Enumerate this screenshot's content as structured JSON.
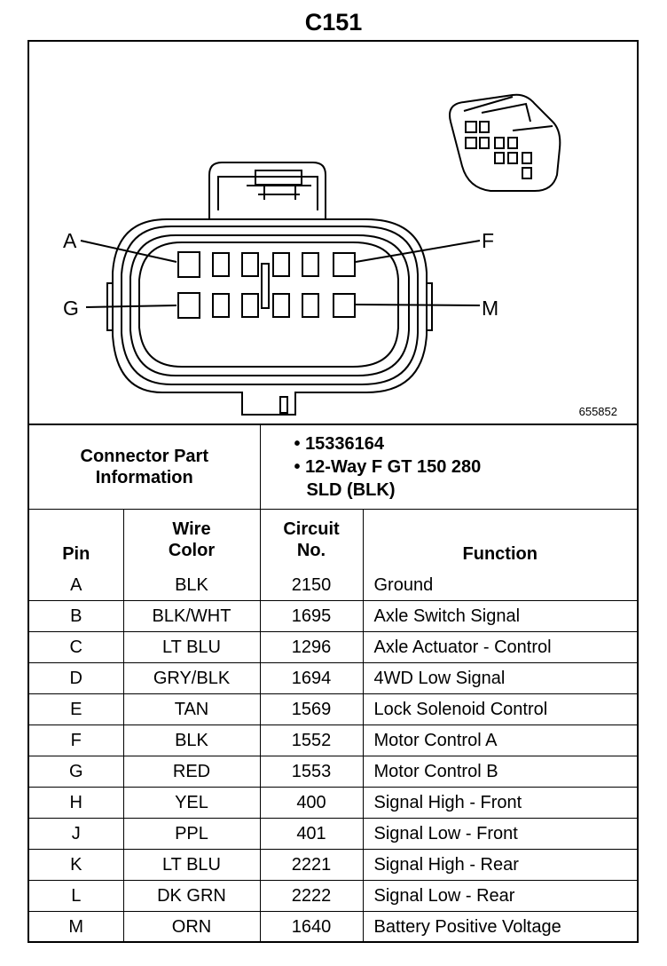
{
  "title": "C151",
  "figure_number": "655852",
  "pin_labels": [
    "A",
    "F",
    "G",
    "M"
  ],
  "connector_part_information": {
    "label_line1": "Connector Part",
    "label_line2": "Information",
    "items": [
      "15336164",
      "12-Way F GT 150 280",
      "SLD (BLK)"
    ]
  },
  "columns": {
    "pin": "Pin",
    "wire_color_1": "Wire",
    "wire_color_2": "Color",
    "circuit_1": "Circuit",
    "circuit_2": "No.",
    "function": "Function"
  },
  "rows": [
    {
      "pin": "A",
      "wire": "BLK",
      "circuit": "2150",
      "function": "Ground"
    },
    {
      "pin": "B",
      "wire": "BLK/WHT",
      "circuit": "1695",
      "function": "Axle Switch Signal"
    },
    {
      "pin": "C",
      "wire": "LT BLU",
      "circuit": "1296",
      "function": "Axle Actuator - Control"
    },
    {
      "pin": "D",
      "wire": "GRY/BLK",
      "circuit": "1694",
      "function": "4WD Low Signal"
    },
    {
      "pin": "E",
      "wire": "TAN",
      "circuit": "1569",
      "function": "Lock Solenoid Control"
    },
    {
      "pin": "F",
      "wire": "BLK",
      "circuit": "1552",
      "function": "Motor Control A"
    },
    {
      "pin": "G",
      "wire": "RED",
      "circuit": "1553",
      "function": "Motor Control B"
    },
    {
      "pin": "H",
      "wire": "YEL",
      "circuit": "400",
      "function": "Signal High - Front"
    },
    {
      "pin": "J",
      "wire": "PPL",
      "circuit": "401",
      "function": "Signal Low - Front"
    },
    {
      "pin": "K",
      "wire": "LT BLU",
      "circuit": "2221",
      "function": "Signal High - Rear"
    },
    {
      "pin": "L",
      "wire": "DK GRN",
      "circuit": "2222",
      "function": "Signal Low - Rear"
    },
    {
      "pin": "M",
      "wire": "ORN",
      "circuit": "1640",
      "function": "Battery Positive Voltage"
    }
  ]
}
